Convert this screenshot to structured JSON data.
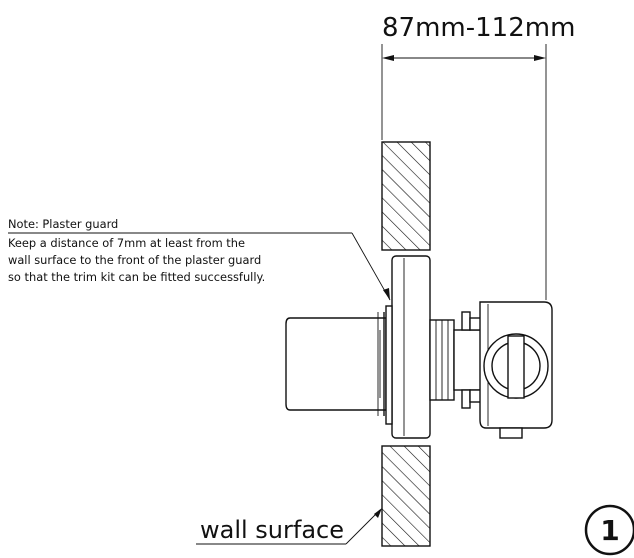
{
  "dimension": {
    "label": "87mm-112mm"
  },
  "note": {
    "heading": "Note: Plaster guard",
    "lines": [
      "Keep a distance of 7mm at least from the",
      "wall surface to the front of the plaster guard",
      "so that the trim kit can be fitted successfully."
    ]
  },
  "wall": {
    "label": "wall surface"
  },
  "step": {
    "number": "1"
  },
  "colors": {
    "ink": "#111111",
    "background": "#ffffff"
  }
}
